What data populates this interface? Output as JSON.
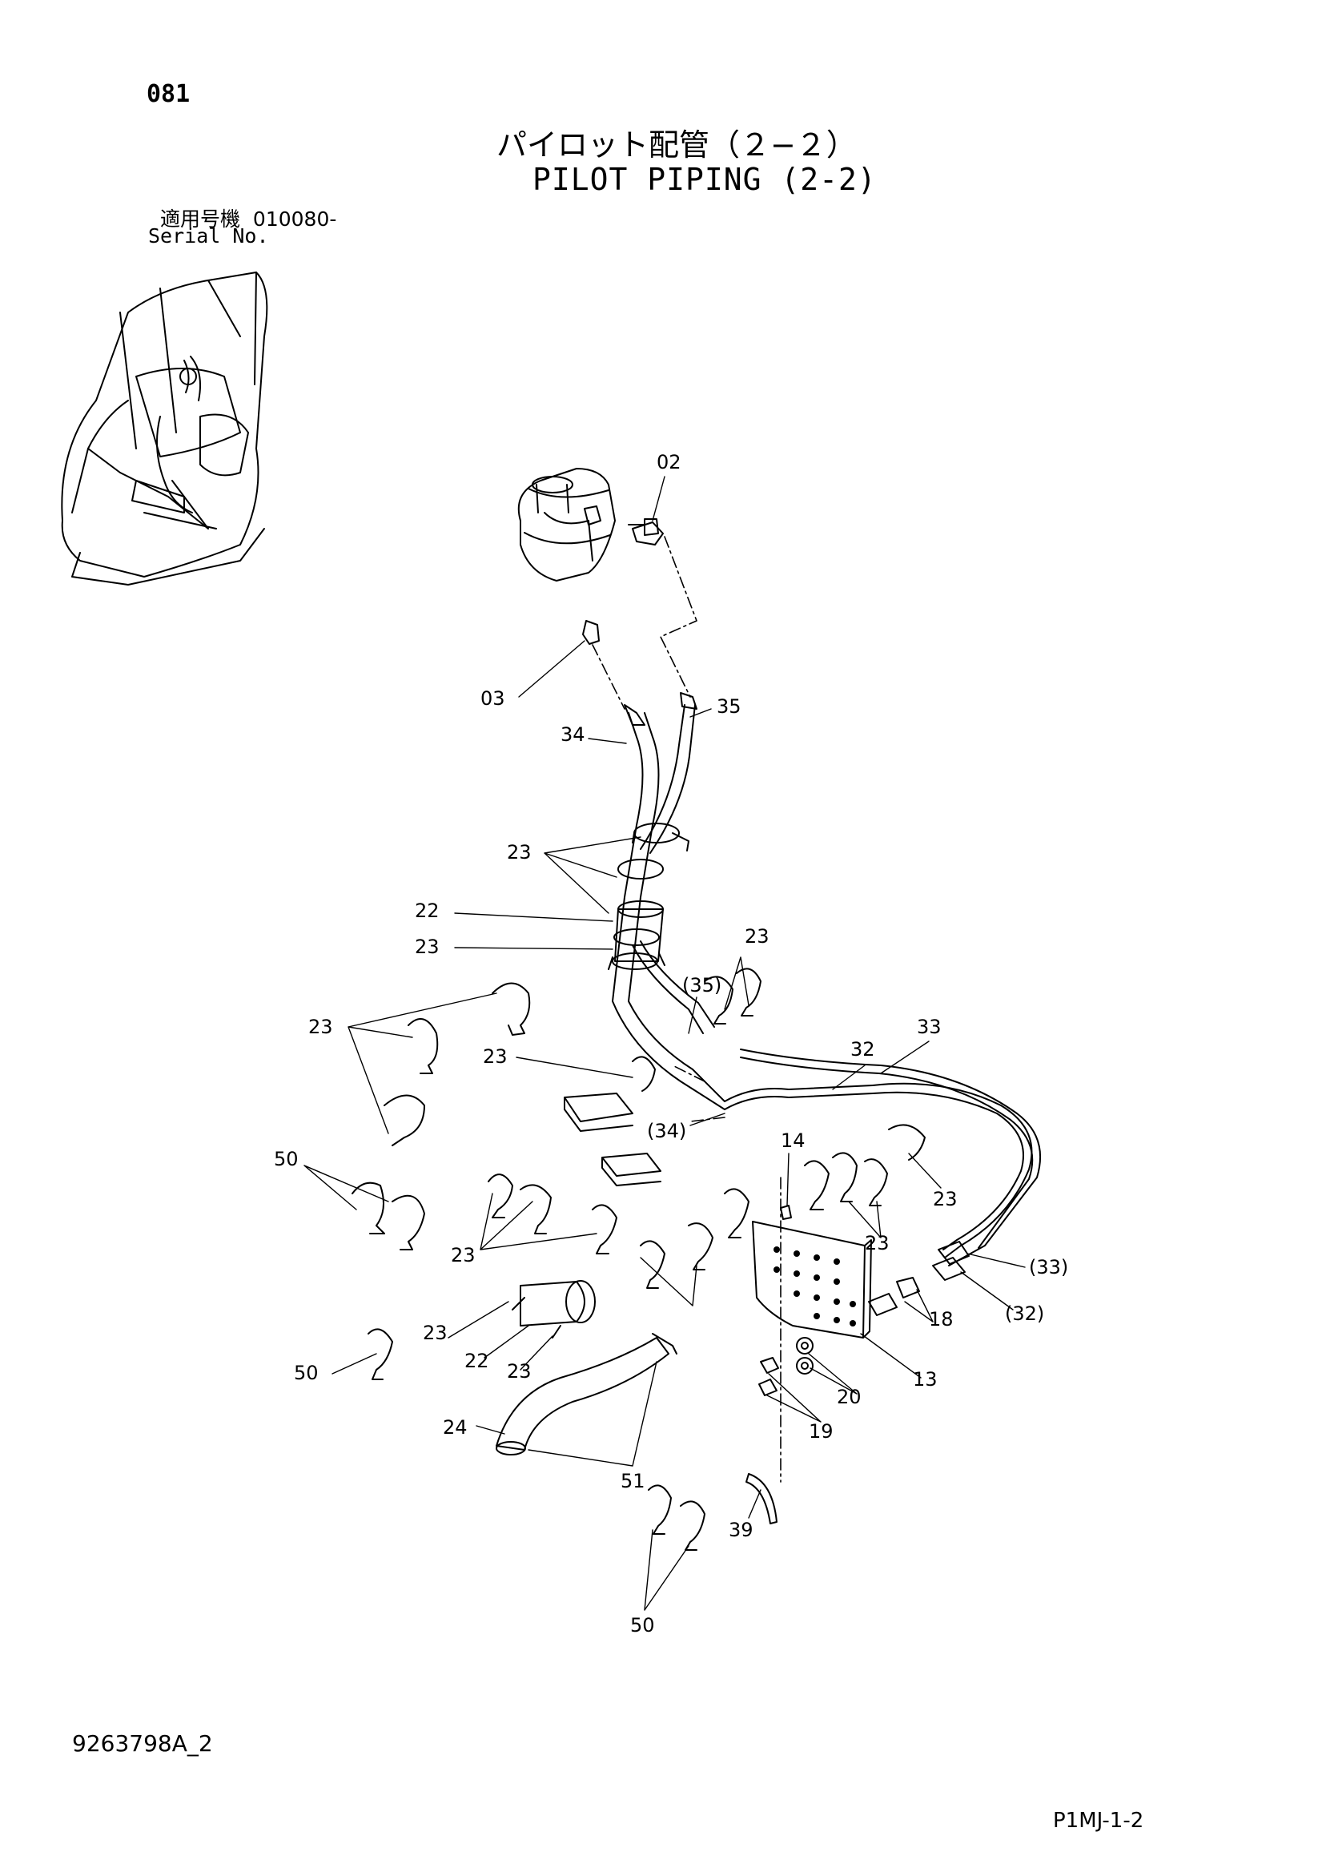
{
  "header": {
    "page_number": "081",
    "title_jp": "パイロット配管（２−２）",
    "title_en": "PILOT PIPING (2-2)",
    "serial_label_jp": "適用号機",
    "serial_value": "010080-",
    "serial_label_en": "Serial No."
  },
  "footer": {
    "doc_code": "9263798A_2",
    "page_code": "P1MJ-1-2"
  },
  "callouts": [
    "02",
    "03",
    "34",
    "35",
    "23",
    "22",
    "23",
    "23",
    "(35)",
    "23",
    "23",
    "32",
    "33",
    "(34)",
    "14",
    "50",
    "23",
    "23",
    "23",
    "(33)",
    "18",
    "(32)",
    "23",
    "22",
    "23",
    "13",
    "50",
    "20",
    "19",
    "24",
    "51",
    "39",
    "50"
  ],
  "colors": {
    "line": "#000000",
    "background": "#ffffff"
  }
}
